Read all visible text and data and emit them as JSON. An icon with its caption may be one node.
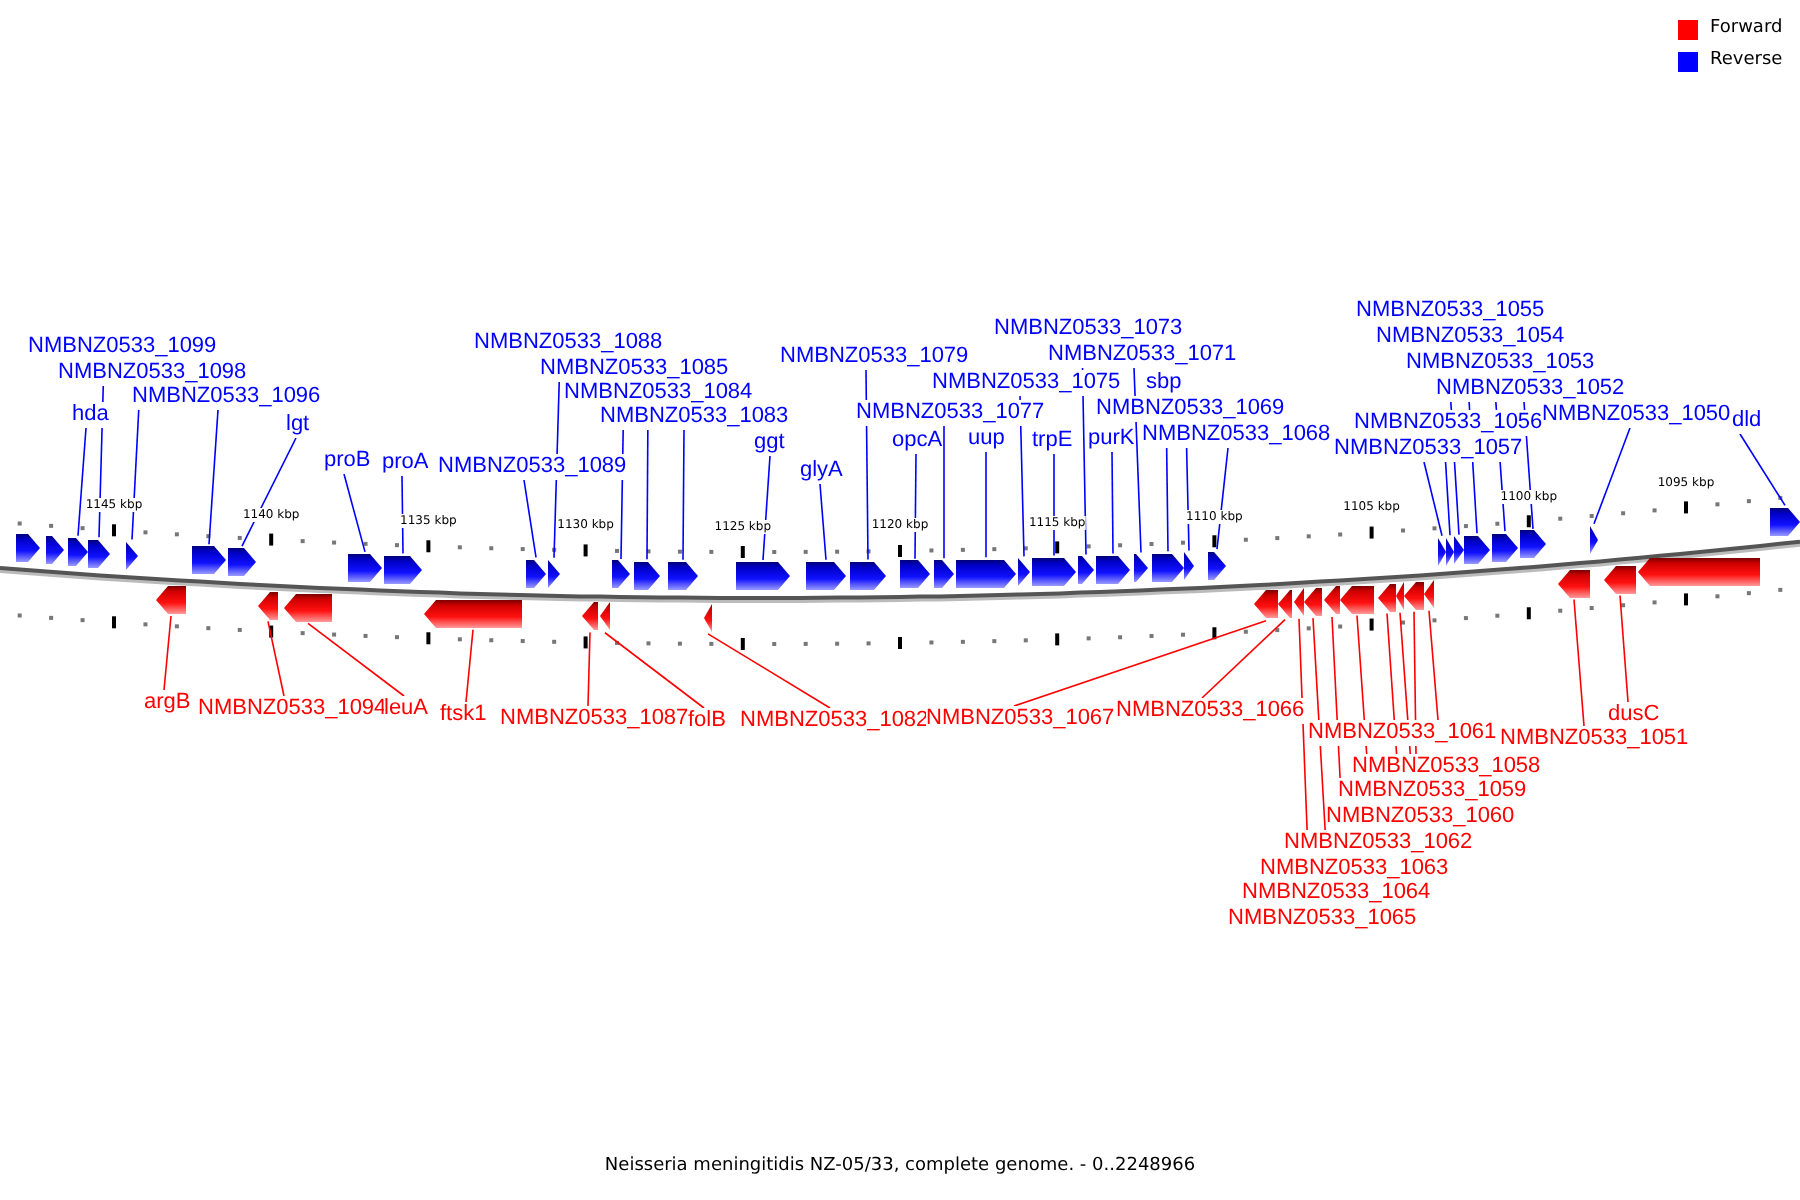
{
  "diagram": {
    "caption": "Neisseria meningitidis NZ-05/33, complete genome. - 0..2248966",
    "nodes": [
      {
        "text": [
          "NMBNZ0533_1099"
        ]
      },
      {
        "text": [
          "NMBNZ0533_1098"
        ]
      },
      {
        "text": [
          "hda"
        ]
      },
      {
        "text": [
          "NMBNZ0533_1096"
        ]
      },
      {
        "text": [
          "lgt"
        ]
      },
      {
        "text": [
          "proB"
        ]
      },
      {
        "text": [
          "proA"
        ]
      },
      {
        "text": [
          "NMBNZ0533_1089"
        ]
      },
      {
        "text": [
          "NMBNZ0533_1088"
        ]
      },
      {
        "text": [
          "NMBNZ0533_1085"
        ]
      },
      {
        "text": [
          "NMBNZ0533_1084"
        ]
      },
      {
        "text": [
          "NMBNZ0533_1083"
        ]
      },
      {
        "text": [
          "ggt"
        ]
      },
      {
        "text": [
          "glyA"
        ]
      },
      {
        "text": [
          "NMBNZ0533_1079"
        ]
      },
      {
        "text": [
          "NMBNZ0533_1077"
        ]
      },
      {
        "text": [
          "opcA"
        ]
      },
      {
        "text": [
          "uup"
        ]
      },
      {
        "text": [
          "NMBNZ0533_1075"
        ]
      },
      {
        "text": [
          "trpE"
        ]
      },
      {
        "text": [
          "NMBNZ0533_1073"
        ]
      },
      {
        "text": [
          "NMBNZ0533_1071"
        ]
      },
      {
        "text": [
          "sbp"
        ]
      },
      {
        "text": [
          "purK"
        ]
      },
      {
        "text": [
          "NMBNZ0533_1069"
        ]
      },
      {
        "text": [
          "NMBNZ0533_1068"
        ]
      },
      {
        "text": [
          "NMBNZ0533_1055"
        ]
      },
      {
        "text": [
          "NMBNZ0533_1054"
        ]
      },
      {
        "text": [
          "NMBNZ0533_1053"
        ]
      },
      {
        "text": [
          "NMBNZ0533_1052"
        ]
      },
      {
        "text": [
          "NMBNZ0533_1056"
        ]
      },
      {
        "text": [
          "NMBNZ0533_1057"
        ]
      },
      {
        "text": [
          "NMBNZ0533_1050"
        ]
      },
      {
        "text": [
          "dld"
        ]
      },
      {
        "text": [
          "argB"
        ]
      },
      {
        "text": [
          "NMBNZ0533_1094"
        ]
      },
      {
        "text": [
          "leuA"
        ]
      },
      {
        "text": [
          "ftsk1"
        ]
      },
      {
        "text": [
          "NMBNZ0533_1087"
        ]
      },
      {
        "text": [
          "folB"
        ]
      },
      {
        "text": [
          "NMBNZ0533_1082"
        ]
      },
      {
        "text": [
          "NMBNZ0533_1067"
        ]
      },
      {
        "text": [
          "NMBNZ0533_1066"
        ]
      },
      {
        "text": [
          "NMBNZ0533_1061"
        ]
      },
      {
        "text": [
          "NMBNZ0533_1058"
        ]
      },
      {
        "text": [
          "NMBNZ0533_1059"
        ]
      },
      {
        "text": [
          "NMBNZ0533_1060"
        ]
      },
      {
        "text": [
          "NMBNZ0533_1062"
        ]
      },
      {
        "text": [
          "NMBNZ0533_1063"
        ]
      },
      {
        "text": [
          "NMBNZ0533_1064"
        ]
      },
      {
        "text": [
          "NMBNZ0533_1065"
        ]
      },
      {
        "text": [
          "dusC"
        ]
      },
      {
        "text": [
          "NMBNZ0533_1051"
        ]
      },
      {
        "text": [],
        "shape": "arrow"
      },
      {
        "text": [],
        "shape": "arrow"
      },
      {
        "text": [],
        "shape": "arrow"
      },
      {
        "text": [],
        "shape": "arrow"
      },
      {
        "text": [],
        "shape": "arrow"
      },
      {
        "text": [],
        "shape": "arrow"
      },
      {
        "text": [],
        "shape": "arrow"
      },
      {
        "text": [],
        "shape": "arrow"
      },
      {
        "text": [],
        "shape": "arrow"
      },
      {
        "text": [],
        "shape": "arrow"
      },
      {
        "text": [],
        "shape": "arrow"
      },
      {
        "text": [],
        "shape": "arrow"
      },
      {
        "text": [],
        "shape": "arrow"
      },
      {
        "text": [],
        "shape": "arrow"
      },
      {
        "text": [],
        "shape": "arrow"
      },
      {
        "text": [],
        "shape": "arrow"
      },
      {
        "text": [],
        "shape": "arrow"
      },
      {
        "text": [],
        "shape": "arrow"
      },
      {
        "text": [],
        "shape": "arrow"
      },
      {
        "text": [],
        "shape": "arrow"
      },
      {
        "text": [],
        "shape": "arrow"
      },
      {
        "text": [],
        "shape": "arrow"
      },
      {
        "text": [],
        "shape": "arrow"
      },
      {
        "text": [],
        "shape": "arrow"
      },
      {
        "text": [],
        "shape": "arrow"
      },
      {
        "text": [],
        "shape": "arrow"
      },
      {
        "text": [],
        "shape": "arrow"
      },
      {
        "text": [],
        "shape": "arrow"
      },
      {
        "text": [],
        "shape": "arrow"
      },
      {
        "text": [],
        "shape": "arrow"
      },
      {
        "text": [],
        "shape": "arrow"
      },
      {
        "text": [],
        "shape": "arrow"
      },
      {
        "text": [],
        "shape": "arrow"
      },
      {
        "text": [],
        "shape": "arrow"
      },
      {
        "text": [],
        "shape": "arrow"
      },
      {
        "text": [],
        "shape": "arrow"
      },
      {
        "text": [],
        "shape": "arrow"
      },
      {
        "text": [],
        "shape": "arrow"
      },
      {
        "text": [],
        "shape": "arrow"
      },
      {
        "text": [],
        "shape": "arrow"
      },
      {
        "text": [],
        "shape": "arrow"
      },
      {
        "text": [],
        "shape": "arrow"
      },
      {
        "text": [],
        "shape": "arrow"
      },
      {
        "text": [],
        "shape": "arrow"
      },
      {
        "text": [],
        "shape": "arrow"
      },
      {
        "text": [],
        "shape": "arrow"
      },
      {
        "text": [],
        "shape": "arrow"
      },
      {
        "text": [],
        "shape": "arrow"
      },
      {
        "text": [],
        "shape": "arrow"
      },
      {
        "text": [],
        "shape": "arrow"
      },
      {
        "text": [],
        "shape": "arrow"
      },
      {
        "text": [],
        "shape": "arrow"
      },
      {
        "text": [],
        "shape": "arrow"
      },
      {
        "text": [],
        "shape": "arrow"
      },
      {
        "text": [],
        "shape": "arrow"
      },
      {
        "text": [],
        "shape": "arrow"
      }
    ],
    "edges": [
      {
        "from": 0,
        "to": 56,
        "arrow": "none"
      },
      {
        "from": 1,
        "to": 57,
        "arrow": "none"
      },
      {
        "from": 2,
        "to": 55,
        "arrow": "none"
      },
      {
        "from": 3,
        "to": 58,
        "arrow": "none"
      },
      {
        "from": 4,
        "to": 59,
        "arrow": "none"
      },
      {
        "from": 5,
        "to": 60,
        "arrow": "none"
      },
      {
        "from": 6,
        "to": 61,
        "arrow": "none"
      },
      {
        "from": 7,
        "to": 62,
        "arrow": "none"
      },
      {
        "from": 8,
        "to": 63,
        "arrow": "none"
      },
      {
        "from": 9,
        "to": 64,
        "arrow": "none"
      },
      {
        "from": 10,
        "to": 65,
        "arrow": "none"
      },
      {
        "from": 11,
        "to": 66,
        "arrow": "none"
      },
      {
        "from": 12,
        "to": 67,
        "arrow": "none"
      },
      {
        "from": 13,
        "to": 68,
        "arrow": "none"
      },
      {
        "from": 14,
        "to": 69,
        "arrow": "none"
      },
      {
        "from": 15,
        "to": 71,
        "arrow": "none"
      },
      {
        "from": 16,
        "to": 70,
        "arrow": "none"
      },
      {
        "from": 17,
        "to": 72,
        "arrow": "none"
      },
      {
        "from": 18,
        "to": 73,
        "arrow": "none"
      },
      {
        "from": 19,
        "to": 74,
        "arrow": "none"
      },
      {
        "from": 20,
        "to": 75,
        "arrow": "none"
      },
      {
        "from": 21,
        "to": 77,
        "arrow": "none"
      },
      {
        "from": 22,
        "to": 78,
        "arrow": "none"
      },
      {
        "from": 23,
        "to": 76,
        "arrow": "none"
      },
      {
        "from": 24,
        "to": 79,
        "arrow": "none"
      },
      {
        "from": 25,
        "to": 80,
        "arrow": "none"
      },
      {
        "from": 26,
        "to": 83,
        "arrow": "none"
      },
      {
        "from": 27,
        "to": 84,
        "arrow": "none"
      },
      {
        "from": 28,
        "to": 85,
        "arrow": "none"
      },
      {
        "from": 29,
        "to": 86,
        "arrow": "none"
      },
      {
        "from": 30,
        "to": 82,
        "arrow": "none"
      },
      {
        "from": 31,
        "to": 81,
        "arrow": "none"
      },
      {
        "from": 32,
        "to": 87,
        "arrow": "none"
      },
      {
        "from": 33,
        "to": 88,
        "arrow": "none"
      },
      {
        "from": 34,
        "to": 89,
        "arrow": "none",
        "color": "#ff0000"
      },
      {
        "from": 35,
        "to": 90,
        "arrow": "none",
        "color": "#ff0000"
      },
      {
        "from": 36,
        "to": 91,
        "arrow": "none",
        "color": "#ff0000"
      },
      {
        "from": 37,
        "to": 92,
        "arrow": "none",
        "color": "#ff0000"
      },
      {
        "from": 38,
        "to": 93,
        "arrow": "none",
        "color": "#ff0000"
      },
      {
        "from": 39,
        "to": 94,
        "arrow": "none",
        "color": "#ff0000"
      },
      {
        "from": 40,
        "to": 95,
        "arrow": "none",
        "color": "#ff0000"
      },
      {
        "from": 41,
        "to": 96,
        "arrow": "none",
        "color": "#ff0000"
      },
      {
        "from": 42,
        "to": 97,
        "arrow": "none",
        "color": "#ff0000"
      },
      {
        "from": 43,
        "to": 105,
        "arrow": "none",
        "color": "#ff0000"
      },
      {
        "from": 44,
        "to": 104,
        "arrow": "none",
        "color": "#ff0000"
      },
      {
        "from": 45,
        "to": 103,
        "arrow": "none",
        "color": "#ff0000"
      },
      {
        "from": 46,
        "to": 102,
        "arrow": "none",
        "color": "#ff0000"
      },
      {
        "from": 47,
        "to": 101,
        "arrow": "none",
        "color": "#ff0000"
      },
      {
        "from": 48,
        "to": 100,
        "arrow": "none",
        "color": "#ff0000"
      },
      {
        "from": 49,
        "to": 99,
        "arrow": "none",
        "color": "#ff0000"
      },
      {
        "from": 50,
        "to": 98,
        "arrow": "none",
        "color": "#ff0000"
      },
      {
        "from": 51,
        "to": 107,
        "arrow": "none",
        "color": "#ff0000"
      },
      {
        "from": 52,
        "to": 106,
        "arrow": "none",
        "color": "#ff0000"
      }
    ],
    "labels": [
      "1145 kbp",
      "1140 kbp",
      "1135 kbp",
      "1130 kbp",
      "1125 kbp",
      "1120 kbp",
      "1115 kbp",
      "1110 kbp",
      "1105 kbp",
      "1100 kbp",
      "1095 kbp"
    ],
    "legend": [
      {
        "text": "Forward",
        "color": "#ff0000"
      },
      {
        "text": "Reverse",
        "color": "#0000ff"
      }
    ]
  }
}
